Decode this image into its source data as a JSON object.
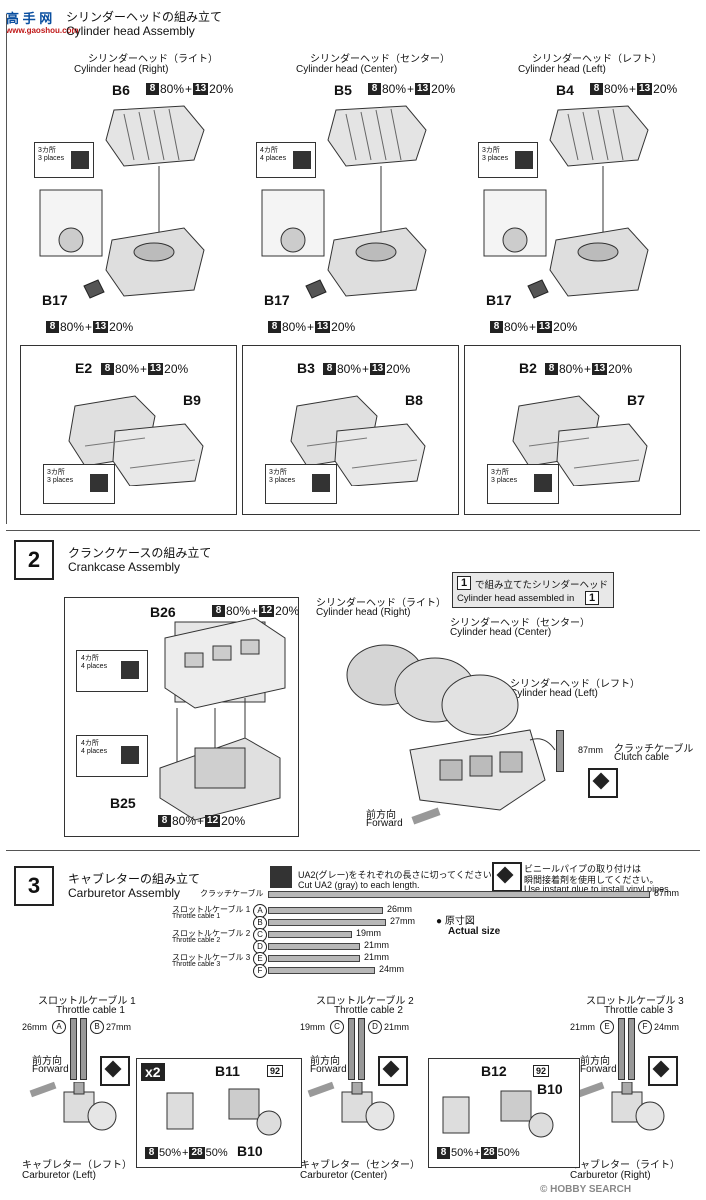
{
  "watermark_top": {
    "site_cn": "高 手 网",
    "site_url": "www.gaoshou.com"
  },
  "step1": {
    "title_jp": "シリンダーヘッドの組み立て",
    "title_en": "Cylinder head Assembly",
    "heads": [
      {
        "name_jp": "シリンダーヘッド（ライト）",
        "name_en": "Cylinder head (Right)",
        "part_top": "B6",
        "places": "3カ所",
        "places_en": "3 places",
        "part_e": "E2",
        "part_side": "B9",
        "places2": "3カ所",
        "places2_en": "3 places"
      },
      {
        "name_jp": "シリンダーヘッド（センター）",
        "name_en": "Cylinder head (Center)",
        "part_top": "B5",
        "places": "4カ所",
        "places_en": "4 places",
        "part_e": "B3",
        "part_side": "B8",
        "places2": "3カ所",
        "places2_en": "3 places"
      },
      {
        "name_jp": "シリンダーヘッド（レフト）",
        "name_en": "Cylinder head (Left)",
        "part_top": "B4",
        "places": "3カ所",
        "places_en": "3 places",
        "part_e": "B2",
        "part_side": "B7",
        "places2": "3カ所",
        "places2_en": "3 places"
      }
    ],
    "part_plug": "B17",
    "paint_a": "8",
    "paint_a_pct": "80%",
    "plus": "+",
    "paint_b": "13",
    "paint_b_pct": "20%"
  },
  "step2": {
    "num": "2",
    "title_jp": "クランクケースの組み立て",
    "title_en": "Crankcase Assembly",
    "part_upper": "B26",
    "part_lower": "B25",
    "paint_a": "8",
    "paint_a_pct": "80%",
    "paint_b": "12",
    "paint_b_pct": "20%",
    "places_upper": "4カ所",
    "places_upper_en": "4 places",
    "places_lower": "4カ所",
    "places_lower_en": "4 places",
    "ref_num": "1",
    "ref_jp": "で組み立てたシリンダーヘッド",
    "ref_en": "Cylinder head assembled in",
    "head_right_jp": "シリンダーヘッド（ライト）",
    "head_right_en": "Cylinder head (Right)",
    "head_center_jp": "シリンダーヘッド（センター）",
    "head_center_en": "Cylinder head (Center)",
    "head_left_jp": "シリンダーヘッド（レフト）",
    "head_left_en": "Cylinder head (Left)",
    "clutch_len": "87mm",
    "clutch_jp": "クラッチケーブル",
    "clutch_en": "Clutch cable",
    "forward_jp": "前方向",
    "forward_en": "Forward"
  },
  "step3": {
    "num": "3",
    "title_jp": "キャブレターの組み立て",
    "title_en": "Carburetor Assembly",
    "cut_note_jp": "UA2(グレー)をそれぞれの長さに切ってください。",
    "cut_note_en": "Cut UA2 (gray) to each length.",
    "glue_note_jp1": "ビニールパイプの取り付けは",
    "glue_note_jp2": "瞬間接着剤を使用してください。",
    "glue_note_en": "Use instant glue to install vinyl pipes.",
    "actual_size_jp": "原寸図",
    "actual_size_en": "Actual size",
    "cables": [
      {
        "jp": "クラッチケーブル",
        "en": "Clutch cable",
        "letter": "",
        "len": "87mm",
        "frac": 1.0
      },
      {
        "jp": "スロットルケーブル 1",
        "en": "Throttle cable 1",
        "letter": "A",
        "len": "26mm",
        "frac": 0.3
      },
      {
        "jp": "",
        "en": "",
        "letter": "B",
        "len": "27mm",
        "frac": 0.31
      },
      {
        "jp": "スロットルケーブル 2",
        "en": "Throttle cable 2",
        "letter": "C",
        "len": "19mm",
        "frac": 0.22
      },
      {
        "jp": "",
        "en": "",
        "letter": "D",
        "len": "21mm",
        "frac": 0.24
      },
      {
        "jp": "スロットルケーブル 3",
        "en": "Throttle cable 3",
        "letter": "E",
        "len": "21mm",
        "frac": 0.24
      },
      {
        "jp": "",
        "en": "",
        "letter": "F",
        "len": "24mm",
        "frac": 0.28
      }
    ],
    "carbs": [
      {
        "cable_jp": "スロットルケーブル 1",
        "cable_en": "Throttle cable 1",
        "l1": "26mm",
        "c1": "A",
        "c2": "B",
        "l2": "27mm",
        "name_jp": "キャブレター（レフト）",
        "name_en": "Carburetor (Left)"
      },
      {
        "cable_jp": "スロットルケーブル 2",
        "cable_en": "Throttle cable 2",
        "l1": "19mm",
        "c1": "C",
        "c2": "D",
        "l2": "21mm",
        "name_jp": "キャブレター（センター）",
        "name_en": "Carburetor (Center)"
      },
      {
        "cable_jp": "スロットルケーブル 3",
        "cable_en": "Throttle cable 3",
        "l1": "21mm",
        "c1": "E",
        "c2": "F",
        "l2": "24mm",
        "name_jp": "キャブレター（ライト）",
        "name_en": "Carburetor (Right)"
      }
    ],
    "forward_jp": "前方向",
    "forward_en": "Forward",
    "x2": "x2",
    "sub1": {
      "part_a": "B11",
      "part_b": "B10",
      "part_num": "92",
      "paint_a": "8",
      "paint_a_pct": "50%",
      "paint_b": "28",
      "paint_b_pct": "50%"
    },
    "sub2": {
      "part_a": "B12",
      "part_b": "B10",
      "part_num": "92",
      "paint_a": "8",
      "paint_a_pct": "50%",
      "paint_b": "28",
      "paint_b_pct": "50%"
    }
  },
  "watermark_bottom": "© HOBBY SEARCH"
}
